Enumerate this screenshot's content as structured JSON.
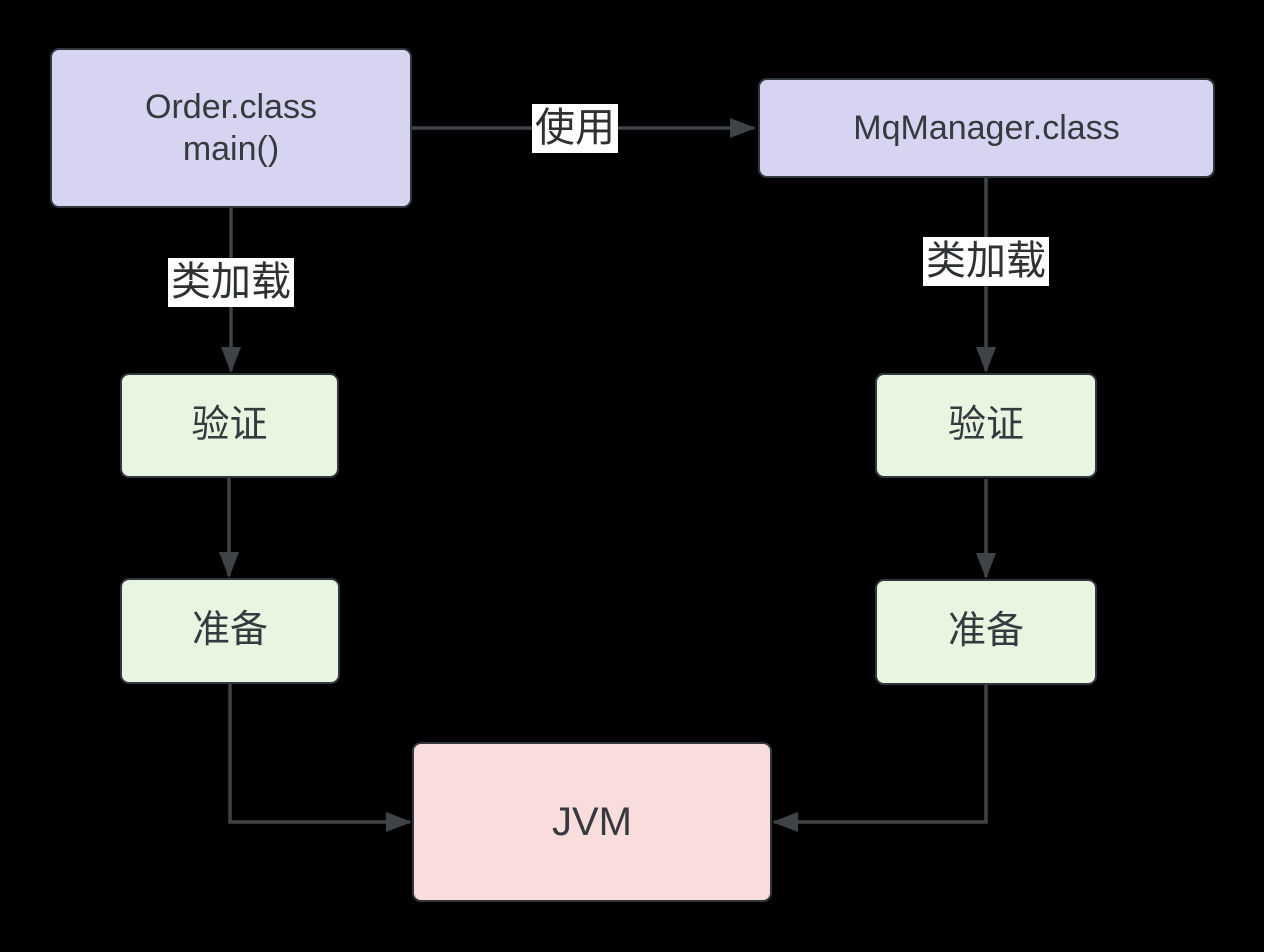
{
  "diagram": {
    "nodes": {
      "order": {
        "label": "Order.class\nmain()"
      },
      "mq_manager": {
        "label": "MqManager.class"
      },
      "verify_left": {
        "label": "验证"
      },
      "prepare_left": {
        "label": "准备"
      },
      "verify_right": {
        "label": "验证"
      },
      "prepare_right": {
        "label": "准备"
      },
      "jvm": {
        "label": "JVM"
      }
    },
    "edges": {
      "use": {
        "label": "使用"
      },
      "class_load_left": {
        "label": "类加载"
      },
      "class_load_right": {
        "label": "类加载"
      }
    },
    "colors": {
      "background": "#000000",
      "class_box_fill": "#d6d4f0",
      "stage_box_fill": "#e8f5e1",
      "jvm_box_fill": "#f9dddc",
      "box_border": "#30373d",
      "arrow_line": "#3f4347",
      "node_text": "#36393d",
      "edge_label_bg": "#ffffff",
      "edge_label_text": "#2e3133"
    }
  }
}
